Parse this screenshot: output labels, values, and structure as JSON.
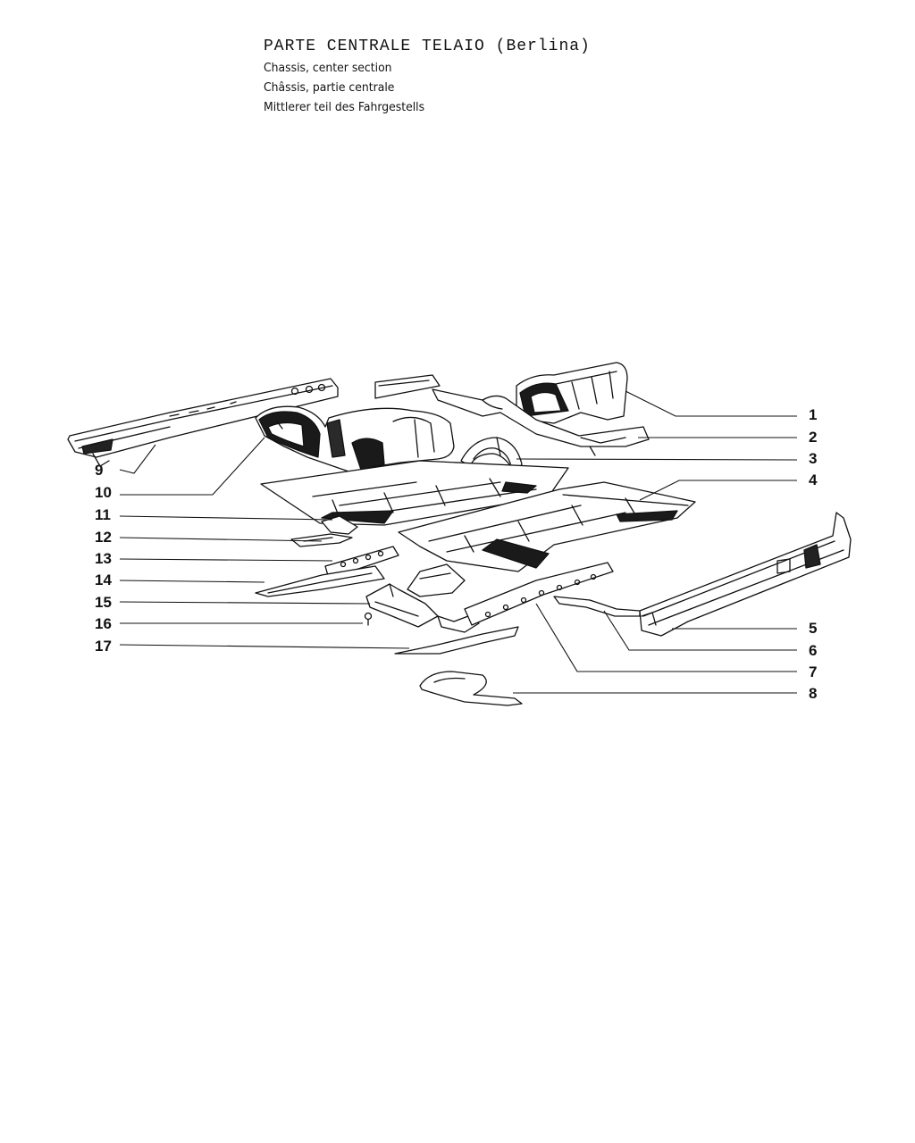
{
  "header": {
    "title": "PARTE CENTRALE TELAIO (Berlina)",
    "subtitle_en": "Chassis, center section",
    "subtitle_fr": "Châssis, partie centrale",
    "subtitle_de": "Mittlerer teil des Fahrgestells"
  },
  "callouts": {
    "c1": "1",
    "c2": "2",
    "c3": "3",
    "c4": "4",
    "c5": "5",
    "c6": "6",
    "c7": "7",
    "c8": "8",
    "c9": "9",
    "c10": "10",
    "c11": "11",
    "c12": "12",
    "c13": "13",
    "c14": "14",
    "c15": "15",
    "c16": "16",
    "c17": "17"
  }
}
